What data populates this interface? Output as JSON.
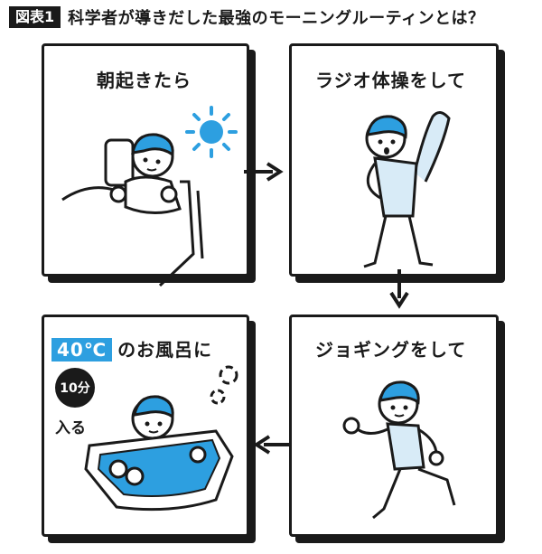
{
  "header": {
    "tag": "図表1",
    "title": "科学者が導きだした最強のモーニングルーティンとは？"
  },
  "steps": [
    {
      "caption": "朝起きたら"
    },
    {
      "caption": "ラジオ体操をして"
    },
    {
      "caption": "ジョギングをして"
    },
    {
      "temp": "40℃",
      "caption": "のお風呂に",
      "badge": "10分",
      "sub": "入る"
    }
  ],
  "colors": {
    "accent": "#2d9fe0",
    "ink": "#1a1a1a",
    "light_blue": "#d8ebf7"
  }
}
